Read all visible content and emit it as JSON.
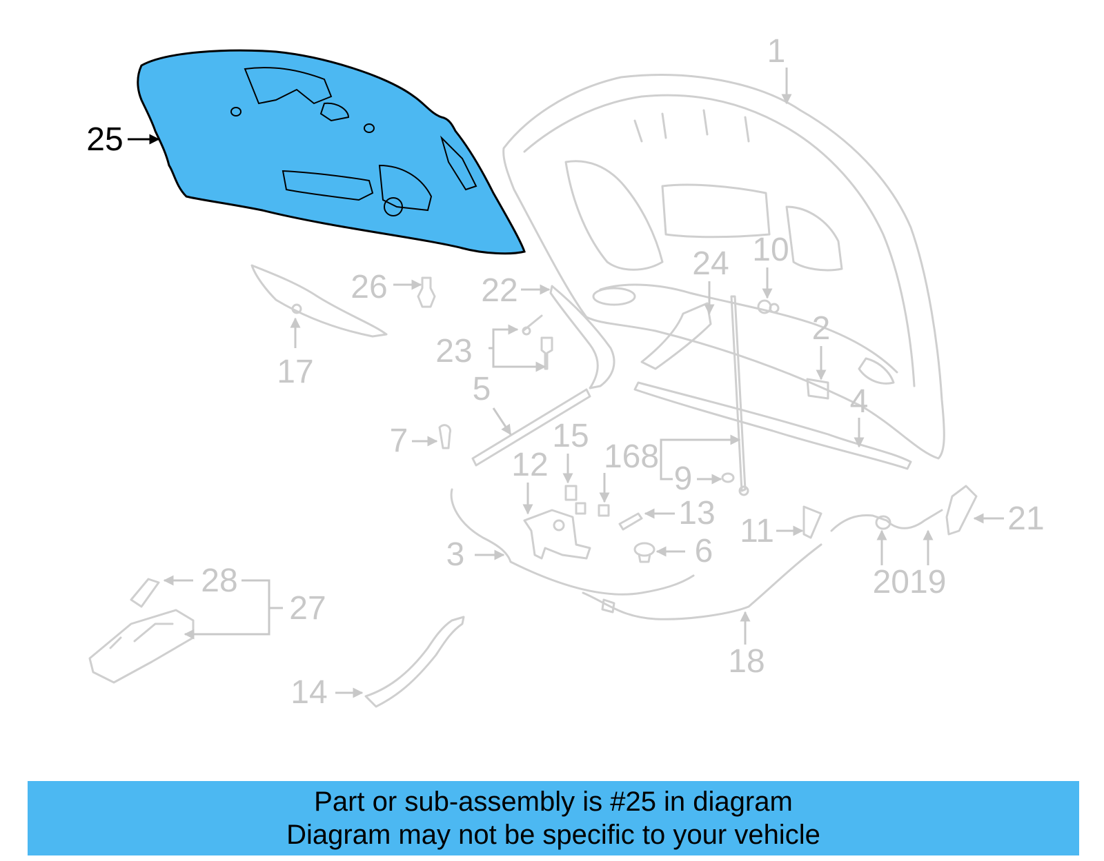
{
  "highlight_color": "#4cb8f2",
  "highlighted_part": "25",
  "callouts": {
    "c1": "1",
    "c2": "2",
    "c3": "3",
    "c4": "4",
    "c5": "5",
    "c6": "6",
    "c7": "7",
    "c9": "9",
    "c10": "10",
    "c11": "11",
    "c12": "12",
    "c13": "13",
    "c14": "14",
    "c15": "15",
    "c168": "168",
    "c17": "17",
    "c18": "18",
    "c2019": "2019",
    "c21": "21",
    "c22": "22",
    "c23": "23",
    "c24": "24",
    "c25": "25",
    "c26": "26",
    "c27": "27",
    "c28": "28"
  },
  "banner": {
    "line1": "Part or sub-assembly is #25 in diagram",
    "line2": "Diagram may not be specific to your vehicle"
  }
}
